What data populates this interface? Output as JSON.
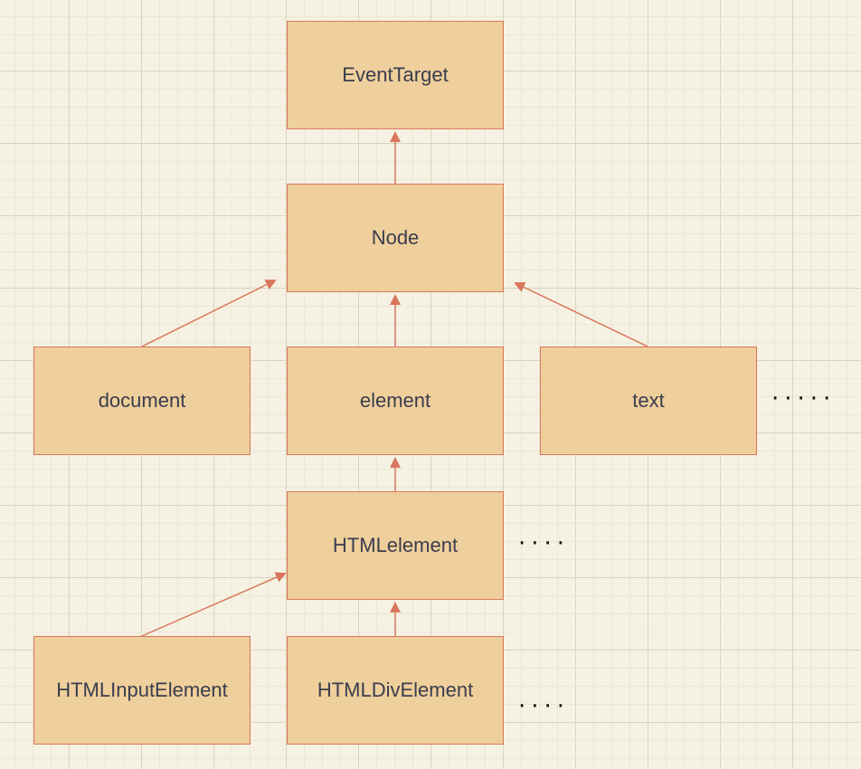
{
  "nodes": {
    "event_target": "EventTarget",
    "node": "Node",
    "document": "document",
    "element": "element",
    "text": "text",
    "html_element": "HTMLelement",
    "html_input_element": "HTMLInputElement",
    "html_div_element": "HTMLDivElement"
  },
  "ellipsis": {
    "text_row": "·····",
    "html_element_row": "····",
    "html_div_row": "····"
  },
  "colors": {
    "box_fill": "#efcf9b",
    "box_border": "#d8775e",
    "arrow": "#d8775e",
    "text": "#3a3d4f",
    "background": "#f6f2e3"
  }
}
